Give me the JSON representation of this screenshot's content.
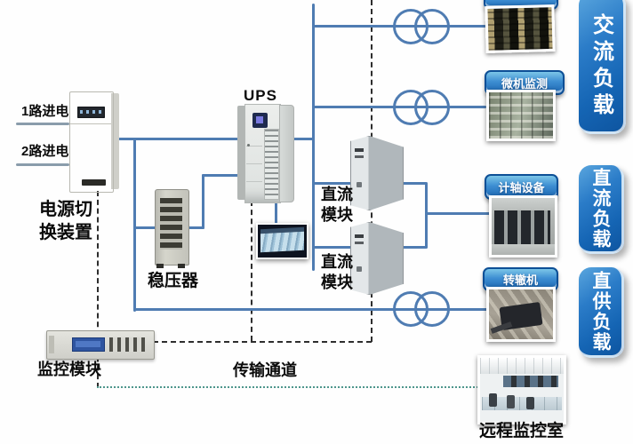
{
  "inputs": [
    {
      "label": "1路进电"
    },
    {
      "label": "2路进电"
    }
  ],
  "devices": {
    "power_switch": {
      "label_lines": [
        "电源切",
        "换装置"
      ]
    },
    "stabilizer": {
      "label": "稳压器"
    },
    "ups": {
      "label": "UPS"
    },
    "dc_modules": [
      {
        "label_lines": [
          "直流",
          "模块"
        ]
      },
      {
        "label_lines": [
          "直流",
          "模块"
        ]
      }
    ],
    "monitor_module": {
      "label": "监控模块"
    }
  },
  "transmission_channel": {
    "label": "传输通道"
  },
  "equipment": [
    {
      "label": "微机监测"
    },
    {
      "label": "计轴设备"
    },
    {
      "label": "转辙机"
    }
  ],
  "remote_room": {
    "label": "远程监控室"
  },
  "loads": [
    {
      "label": "交流负载"
    },
    {
      "label": "直流负载"
    },
    {
      "label": "直供负载"
    }
  ],
  "colors": {
    "line_blue": "#4f7cb2",
    "line_grey": "#8a9cab",
    "dash_color": "#2e2e2e",
    "channel_teal": "#4e968c",
    "tab_blue": "#1b65b0",
    "load_blue": "#1565b4"
  }
}
